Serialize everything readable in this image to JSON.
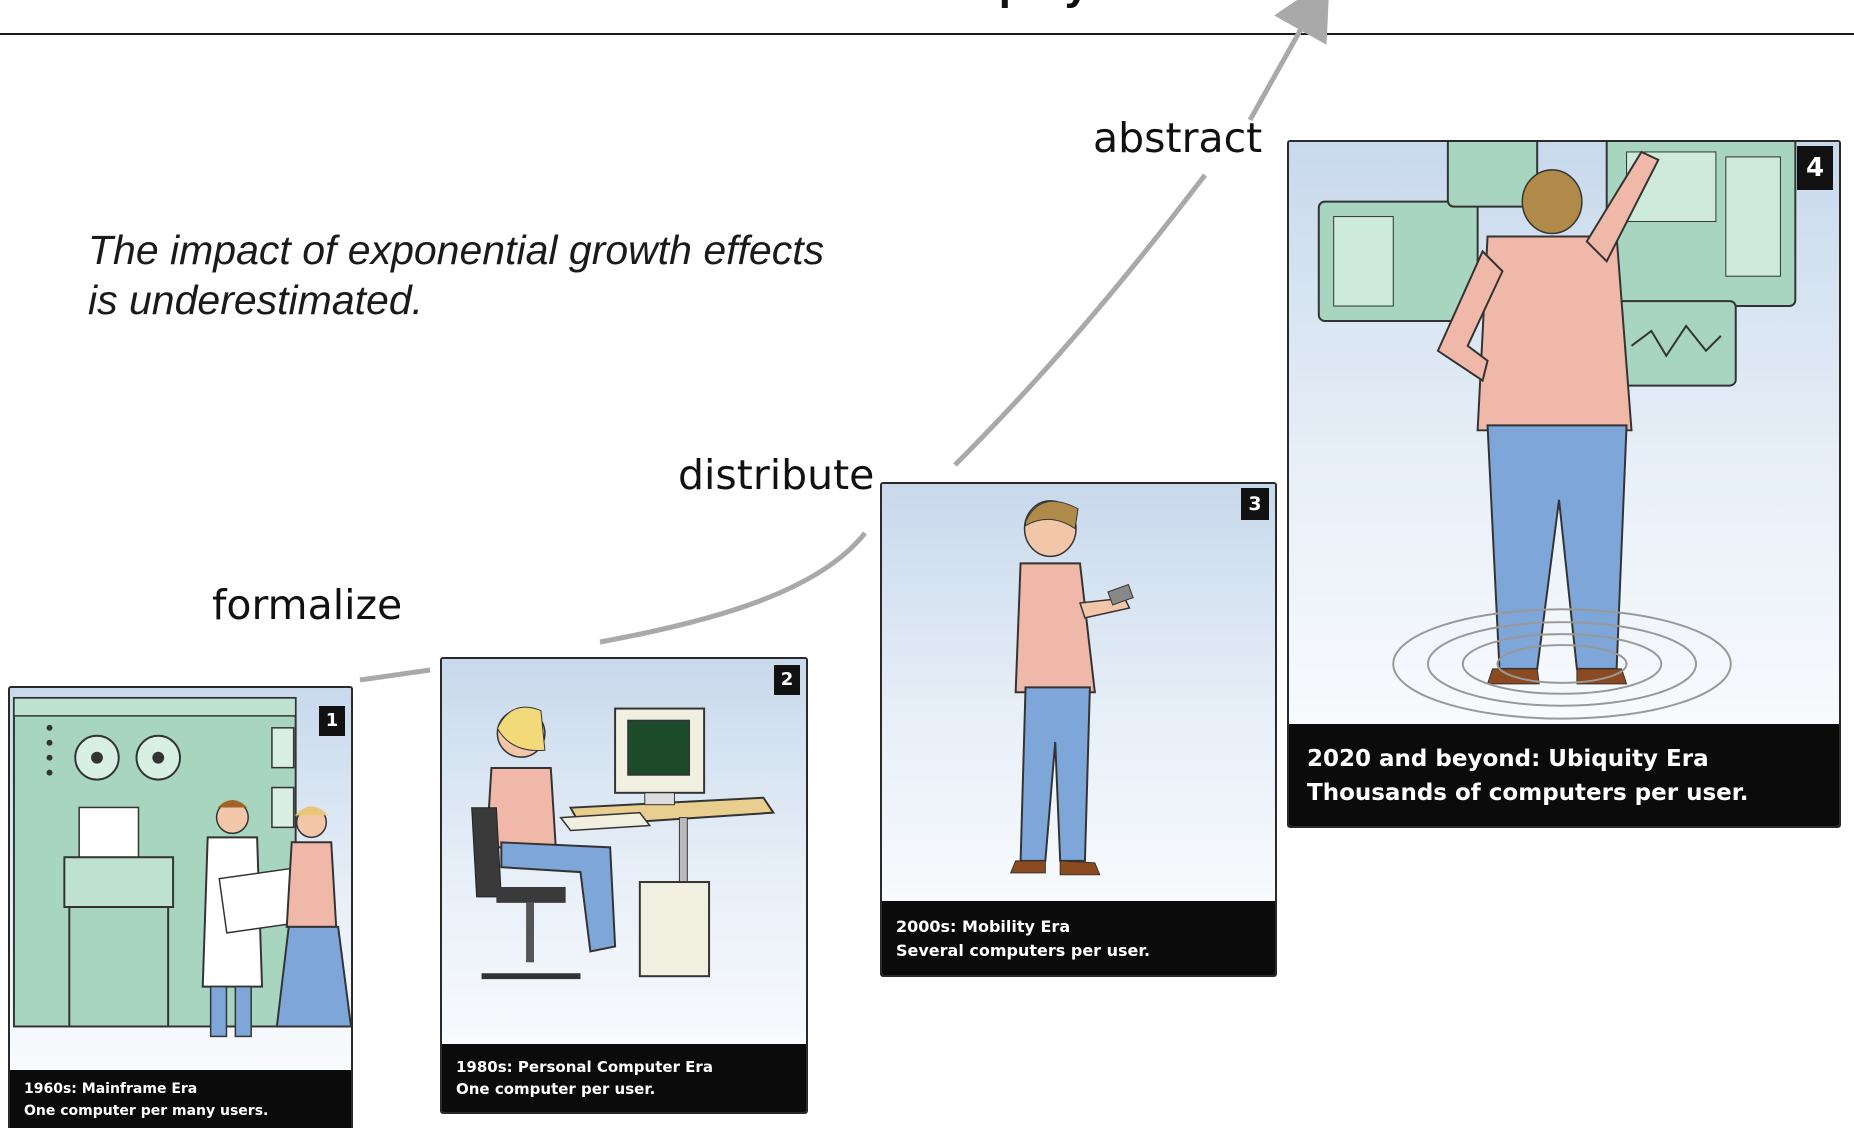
{
  "header": {
    "title_fragment": "…quity"
  },
  "quote": {
    "line1": "The impact of exponential growth effects",
    "line2": "is underestimated."
  },
  "stages": {
    "formalize": "formalize",
    "distribute": "distribute",
    "abstract": "abstract"
  },
  "cards": [
    {
      "number": "1",
      "caption_line1": "1960s: Mainframe Era",
      "caption_line2": "One computer per many users."
    },
    {
      "number": "2",
      "caption_line1": "1980s: Personal Computer Era",
      "caption_line2": "One computer per user."
    },
    {
      "number": "3",
      "caption_line1": "2000s: Mobility Era",
      "caption_line2": "Several computers per user."
    },
    {
      "number": "4",
      "caption_line1": "2020 and beyond: Ubiquity Era",
      "caption_line2": "Thousands of computers per user."
    }
  ],
  "colors": {
    "curve": "#a9a9a9",
    "machine_green": "#a8d5bf",
    "shirt": "#f0b8a8",
    "jeans": "#7ea6d8",
    "caption_bg": "#0b0b0b"
  }
}
